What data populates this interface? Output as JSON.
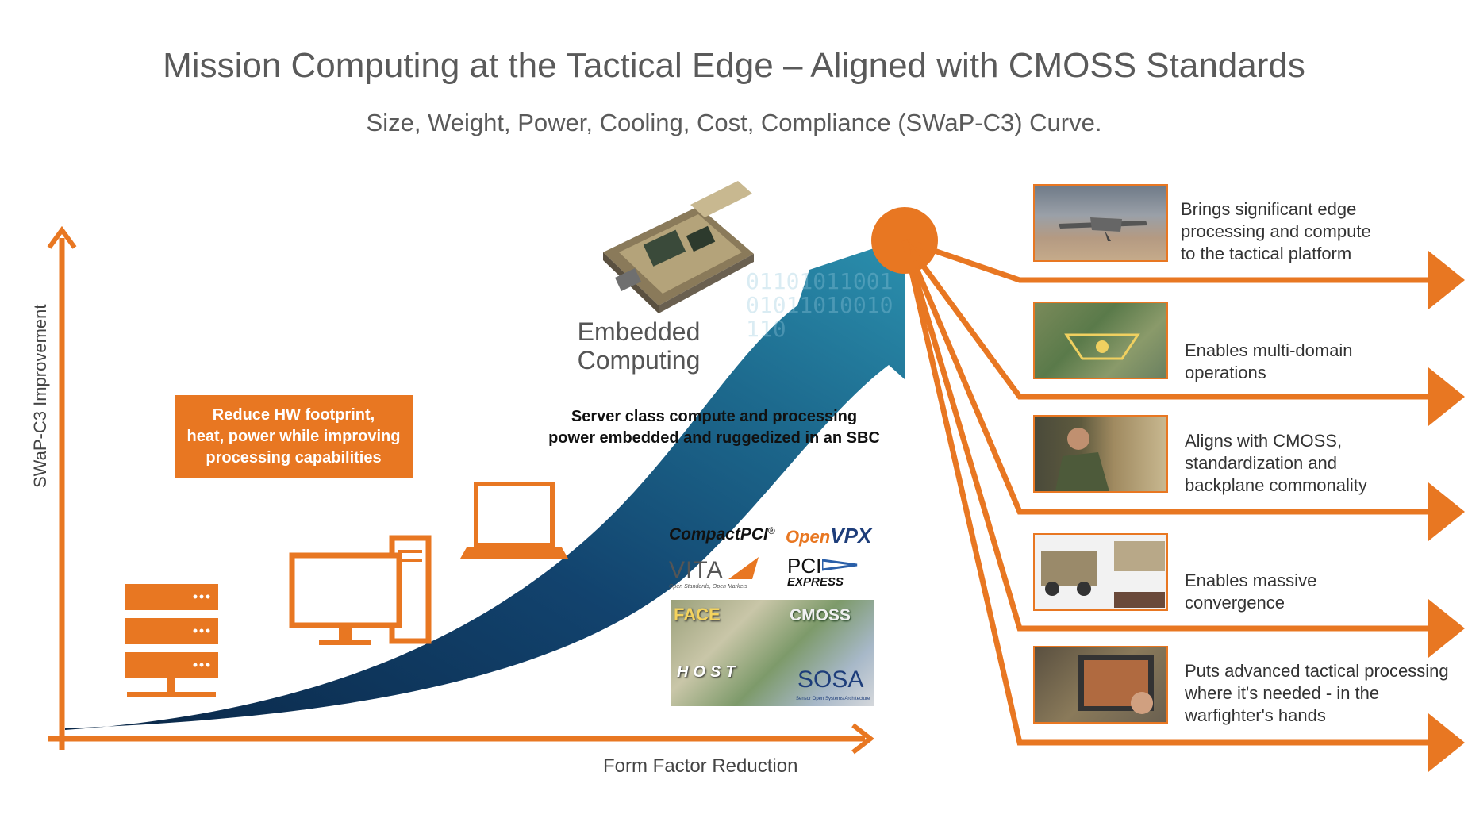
{
  "title": "Mission Computing at the Tactical Edge – Aligned with CMOSS Standards",
  "subtitle": "Size, Weight, Power, Cooling, Cost, Compliance (SWaP-C3) Curve.",
  "axes": {
    "y_label": "SWaP-C3 Improvement",
    "x_label": "Form Factor Reduction"
  },
  "callout": {
    "line1": "Reduce HW footprint,",
    "line2": "heat, power while improving",
    "line3": "processing capabilities"
  },
  "embedded": {
    "line1": "Embedded",
    "line2": "Computing"
  },
  "server_text": {
    "line1": "Server class compute and processing",
    "line2": "power embedded and ruggedized in an SBC"
  },
  "binary_digits": "0110101100101011010010110",
  "logos": {
    "compactpci": "CompactPCI",
    "compactpci_mark": "®",
    "openvpx_open": "Open",
    "openvpx_vpx": "VPX",
    "vita": "VITA",
    "vita_tag": "Open Standards, Open Markets",
    "pci": "PCI",
    "express": "EXPRESS",
    "face": "FACE",
    "cmoss": "CMOSS",
    "host": "HOST",
    "sosa": "SOSA",
    "sosa_tag": "Sensor Open Systems Architecture"
  },
  "benefits": [
    {
      "line1": "Brings significant edge",
      "line2": "processing and compute",
      "line3": "to the tactical platform"
    },
    {
      "line1": "Enables multi-domain",
      "line2": "operations",
      "line3": ""
    },
    {
      "line1": "Aligns with CMOSS,",
      "line2": "standardization and",
      "line3": "backplane commonality"
    },
    {
      "line1": "Enables massive",
      "line2": "convergence",
      "line3": ""
    },
    {
      "line1": "Puts advanced tactical processing",
      "line2": "where it's needed - in the",
      "line3": "warfighter's hands"
    }
  ],
  "icons": [
    "server-rack-icon",
    "desktop-computer-icon",
    "laptop-icon",
    "sbc-board-image",
    "drone-image",
    "multi-domain-image",
    "soldier-image",
    "vehicle-image",
    "tablet-image"
  ],
  "colors": {
    "accent": "#e87722",
    "curve_dark": "#0b2e55",
    "curve_light": "#2a8fa8",
    "text": "#5a5a5a"
  }
}
